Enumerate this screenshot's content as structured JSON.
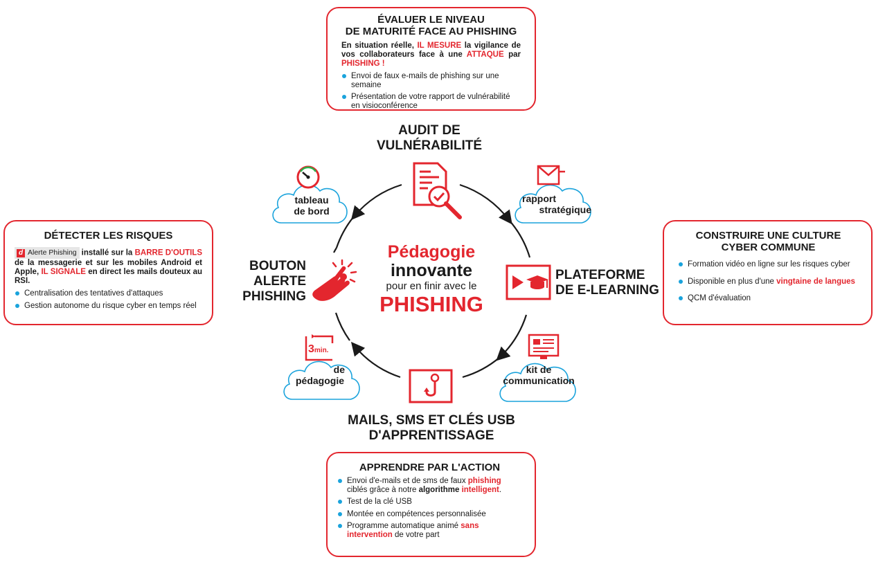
{
  "top_card": {
    "title_line1": "ÉVALUER LE NIVEAU",
    "title_line2": "DE MATURITÉ FACE AU PHISHING",
    "intro_a": "En situation réelle, ",
    "intro_b": "IL MESURE",
    "intro_c": " la vigilance de vos collaborateurs face à une ",
    "intro_d": "ATTAQUE",
    "intro_e": " par ",
    "intro_f": "PHISHING !",
    "bullet1": "Envoi de faux e-mails de phishing sur une semaine",
    "bullet2": "Présentation de votre rapport de vulnérabilité en visioconférence"
  },
  "left_card": {
    "title": "DÉTECTER LES RISQUES",
    "badge_letter": "d",
    "badge_text": "Alerte Phishing",
    "intro_a": "installé sur la ",
    "intro_b": "BARRE D'OUTILS",
    "intro_c": " de la messagerie et sur les mobiles Android et Apple, ",
    "intro_d": "IL SIGNALE",
    "intro_e": " en direct les mails douteux au RSI.",
    "bullet1": "Centralisation des tentatives d'attaques",
    "bullet2": "Gestion autonome du risque cyber en temps réel"
  },
  "right_card": {
    "title_line1": "CONSTRUIRE UNE CULTURE",
    "title_line2": "CYBER COMMUNE",
    "bullet1": "Formation vidéo en ligne sur les risques cyber",
    "bullet2_a": "Disponible en plus d'une ",
    "bullet2_b": "vingtaine de langues",
    "bullet3": "QCM d'évaluation"
  },
  "bottom_card": {
    "title": "APPRENDRE PAR L'ACTION",
    "b1_a": "Envoi d'e-mails et de sms de faux ",
    "b1_b": "phishing",
    "b1_c": " ciblés grâce à notre ",
    "b1_d": "algorithme",
    "b1_e": " ",
    "b1_f": "intelligent",
    "b1_g": ".",
    "bullet2": "Test de la clé USB",
    "bullet3": "Montée en compétences personnalisée",
    "b4_a": "Programme automatique animé ",
    "b4_b": "sans intervention",
    "b4_c": " de votre part"
  },
  "steps": {
    "audit_line1": "AUDIT DE",
    "audit_line2": "VULNÉRABILITÉ",
    "elearning_line1": "PLATEFORME",
    "elearning_line2": "DE E-LEARNING",
    "mails_line1": "MAILS, SMS ET CLÉS USB",
    "mails_line2": "D'APPRENTISSAGE",
    "bouton_line1": "BOUTON",
    "bouton_line2": "ALERTE",
    "bouton_line3": "PHISHING"
  },
  "clouds": {
    "rapport_line1": "rapport",
    "rapport_line2": "stratégique",
    "kit_line1": "kit de",
    "kit_line2": "communication",
    "peda_badge_num": "3",
    "peda_badge_unit": "min.",
    "peda_line1": "de",
    "peda_line2": "pédagogie",
    "tableau_line1": "tableau",
    "tableau_line2": "de bord"
  },
  "center": {
    "line1": "Pédagogie",
    "line2": "innovante",
    "line3": "pour en finir avec le",
    "line4": "PHISHING"
  },
  "colors": {
    "accent": "#e3262e",
    "bullet": "#1aa3dc",
    "cloud": "#1aa3dc",
    "text": "#1a1a1a"
  },
  "icons": [
    "audit-search-icon",
    "email-report-icon",
    "video-course-icon",
    "newsletter-screen-icon",
    "fishing-hook-icon",
    "timer-3min-icon",
    "click-hand-icon",
    "gauge-icon"
  ]
}
